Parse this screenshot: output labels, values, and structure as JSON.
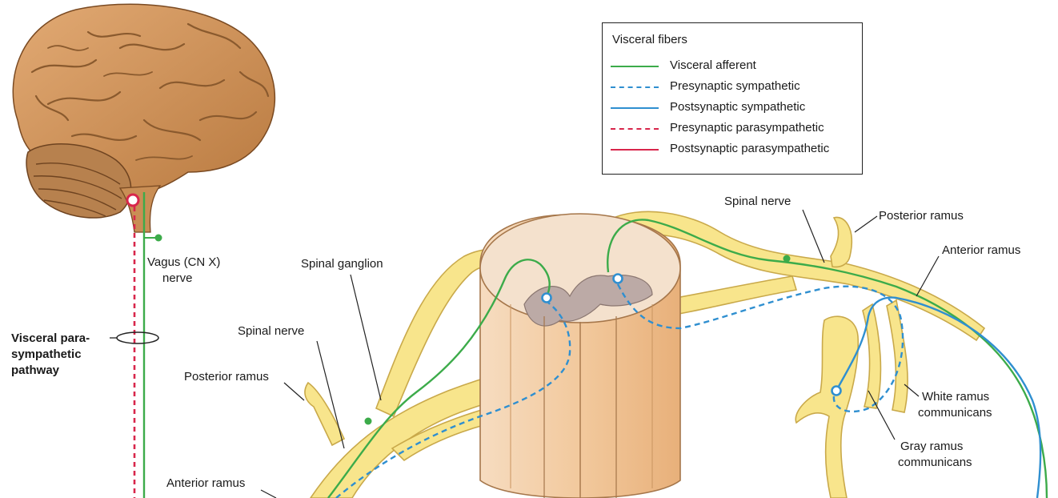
{
  "legend": {
    "title": "Visceral fibers",
    "items": [
      {
        "label": "Visceral afferent",
        "color": "#3cab4a",
        "style": "solid"
      },
      {
        "label": "Presynaptic sympathetic",
        "color": "#2f8fd0",
        "style": "dashed"
      },
      {
        "label": "Postsynaptic sympathetic",
        "color": "#2f8fd0",
        "style": "solid"
      },
      {
        "label": "Presynaptic parasympathetic",
        "color": "#d8264b",
        "style": "dashed"
      },
      {
        "label": "Postsynaptic parasympathetic",
        "color": "#d8264b",
        "style": "solid"
      }
    ]
  },
  "labels": {
    "vagus_line1": "Vagus (CN X)",
    "vagus_line2": "nerve",
    "pathway_line1": "Visceral para-",
    "pathway_line2": "sympathetic",
    "pathway_line3": "pathway",
    "spinal_ganglion": "Spinal ganglion",
    "spinal_nerve_left": "Spinal nerve",
    "posterior_ramus_left": "Posterior ramus",
    "anterior_ramus_left": "Anterior ramus",
    "spinal_nerve_right": "Spinal nerve",
    "posterior_ramus_right": "Posterior ramus",
    "anterior_ramus_right": "Anterior ramus",
    "white_ramus_line1": "White ramus",
    "white_ramus_line2": "communicans",
    "gray_ramus_line1": "Gray ramus",
    "gray_ramus_line2": "communicans"
  },
  "colors": {
    "nerve_fill": "#f8e58c",
    "nerve_edge": "#c9a94a",
    "cord_white": "#f4e1cd",
    "cord_gray": "#bcaaa6",
    "brain": "#c98e55",
    "brain_dark": "#8a5a2e"
  }
}
